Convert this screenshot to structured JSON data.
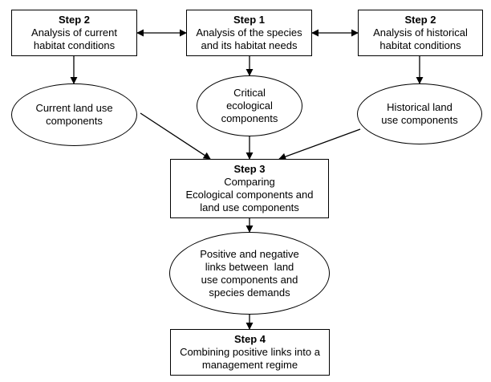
{
  "nodes": {
    "step2_current": {
      "title": "Step 2",
      "lines": [
        "Analysis of current",
        "habitat conditions"
      ]
    },
    "step1": {
      "title": "Step 1",
      "lines": [
        "Analysis of the species",
        "and its habitat needs"
      ]
    },
    "step2_historical": {
      "title": "Step 2",
      "lines": [
        "Analysis of historical",
        "habitat conditions"
      ]
    },
    "current_land_use": {
      "lines": [
        "Current land use",
        "components"
      ]
    },
    "critical_ecological": {
      "lines": [
        "Critical",
        "ecological",
        "components"
      ]
    },
    "historical_land_use": {
      "lines": [
        "Historical land",
        "use components"
      ]
    },
    "step3": {
      "title": "Step 3",
      "lines": [
        "Comparing",
        "Ecological components and",
        "land use components"
      ]
    },
    "links": {
      "lines": [
        "Positive and negative",
        "links between  land",
        "use components and",
        "species demands"
      ]
    },
    "step4": {
      "title": "Step 4",
      "lines": [
        "Combining positive links into a",
        "management regime"
      ]
    }
  },
  "edges": [
    {
      "from": "step1",
      "to": "step2_current",
      "direction": "both"
    },
    {
      "from": "step1",
      "to": "step2_historical",
      "direction": "both"
    },
    {
      "from": "step2_current",
      "to": "current_land_use",
      "direction": "forward"
    },
    {
      "from": "step1",
      "to": "critical_ecological",
      "direction": "forward"
    },
    {
      "from": "step2_historical",
      "to": "historical_land_use",
      "direction": "forward"
    },
    {
      "from": "current_land_use",
      "to": "step3",
      "direction": "forward"
    },
    {
      "from": "critical_ecological",
      "to": "step3",
      "direction": "forward"
    },
    {
      "from": "historical_land_use",
      "to": "step3",
      "direction": "forward"
    },
    {
      "from": "step3",
      "to": "links",
      "direction": "forward"
    },
    {
      "from": "links",
      "to": "step4",
      "direction": "forward"
    }
  ]
}
